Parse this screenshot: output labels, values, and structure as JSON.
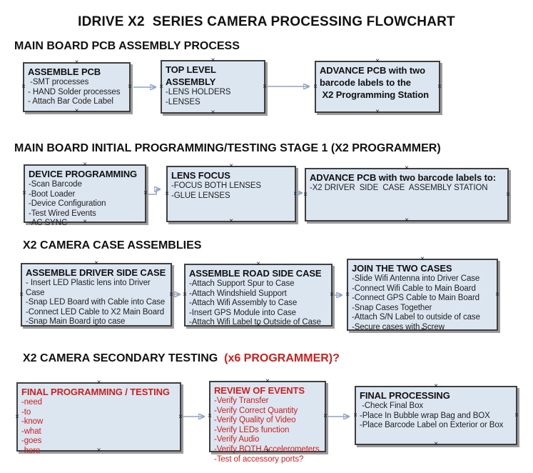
{
  "title": "IDRIVE X2  SERIES CAMERA PROCESSING FLOWCHART",
  "colors": {
    "box_fill": "#dce6f1",
    "box_border": "#3f3f3f",
    "arrow_line": "#8fa3c4",
    "arrow_head": "#31519b",
    "red": "#cc1f1f"
  },
  "sections": [
    {
      "id": "main-board-pcb-assembly",
      "heading": "MAIN BOARD PCB ASSEMBLY PROCESS",
      "heading_red": "",
      "boxes": [
        {
          "id": "assemble-pcb",
          "color": "black",
          "title": "ASSEMBLE PCB",
          "items": [
            " -SMT processes",
            "- HAND Solder processes",
            "- Attach Bar Code Label"
          ]
        },
        {
          "id": "top-level-assembly",
          "color": "black",
          "title": "TOP LEVEL ASSEMBLY",
          "items": [
            "-LENS HOLDERS",
            "-LENSES"
          ]
        },
        {
          "id": "advance-pcb-programming-station",
          "color": "black",
          "title": "ADVANCE PCB with two\nbarcode labels to the\n X2 Programming Station",
          "items": []
        }
      ]
    },
    {
      "id": "initial-programming-testing",
      "heading": "MAIN BOARD INITIAL PROGRAMMING/TESTING STAGE 1 (X2 PROGRAMMER)",
      "heading_red": "",
      "boxes": [
        {
          "id": "device-programming",
          "color": "black",
          "title": "DEVICE PROGRAMMING",
          "items": [
            "-Scan Barcode",
            "-Boot Loader",
            "-Device Configuration",
            "-Test Wired Events",
            "-AC SYNC"
          ]
        },
        {
          "id": "lens-focus",
          "color": "black",
          "title": "LENS FOCUS",
          "items": [
            "-FOCUS BOTH LENSES",
            "-GLUE LENSES"
          ]
        },
        {
          "id": "advance-pcb-driver-side",
          "color": "black",
          "title": "ADVANCE PCB with two barcode labels to:",
          "items": [
            "-X2 DRIVER  SIDE  CASE  ASSEMBLY STATION"
          ]
        }
      ]
    },
    {
      "id": "camera-case-assemblies",
      "heading": "X2 CAMERA CASE ASSEMBLIES",
      "heading_red": "",
      "boxes": [
        {
          "id": "assemble-driver-side-case",
          "color": "black",
          "title": "ASSEMBLE DRIVER SIDE CASE",
          "items": [
            "- Insert LED Plastic lens into Driver Case",
            "-Snap LED Board with Cable into Case",
            "-Connect LED Cable to X2 Main Board",
            "-Snap Main Board into case"
          ]
        },
        {
          "id": "assemble-road-side-case",
          "color": "black",
          "title": "ASSEMBLE ROAD SIDE CASE",
          "items": [
            "-Attach Support Spur to Case",
            "-Attach Windshield Support",
            "-Attach Wifi Assembly to Case",
            "-Insert GPS Module into Case",
            "-Attach Wifi Label to Outside of Case"
          ]
        },
        {
          "id": "join-the-two-cases",
          "color": "black",
          "title": "JOIN THE TWO CASES",
          "items": [
            "-Slide Wifi Antenna into Driver Case",
            "-Connect Wifi Cable to Main Board",
            "-Connect GPS Cable to Main Board",
            "-Snap Cases Together",
            "-Attach S/N Label to outside of case",
            "-Secure cases with Screw"
          ]
        }
      ]
    },
    {
      "id": "camera-secondary-testing",
      "heading": "X2 CAMERA SECONDARY TESTING  ",
      "heading_red": "(x6 PROGRAMMER)?",
      "boxes": [
        {
          "id": "final-programming-testing",
          "color": "red",
          "title": "FINAL PROGRAMMING / TESTING",
          "items": [
            "-need",
            "-to",
            "-know",
            "-what",
            "-goes",
            "-here"
          ]
        },
        {
          "id": "review-of-events",
          "color": "red",
          "title": "REVIEW OF EVENTS",
          "items": [
            "-Verify Transfer",
            "-Verify Correct Quantity",
            "-Verify Quality of Video",
            "-Verify LEDs function",
            "-Verify Audio",
            "-Verify BOTH Accelerometers",
            "-Test of accessory ports?"
          ]
        },
        {
          "id": "final-processing",
          "color": "black",
          "title": "FINAL PROCESSING",
          "items": [
            " -Check Final Box",
            "-Place In Bubble wrap Bag and BOX",
            "-Place Barcode Label on Exterior or Box"
          ]
        }
      ]
    }
  ]
}
